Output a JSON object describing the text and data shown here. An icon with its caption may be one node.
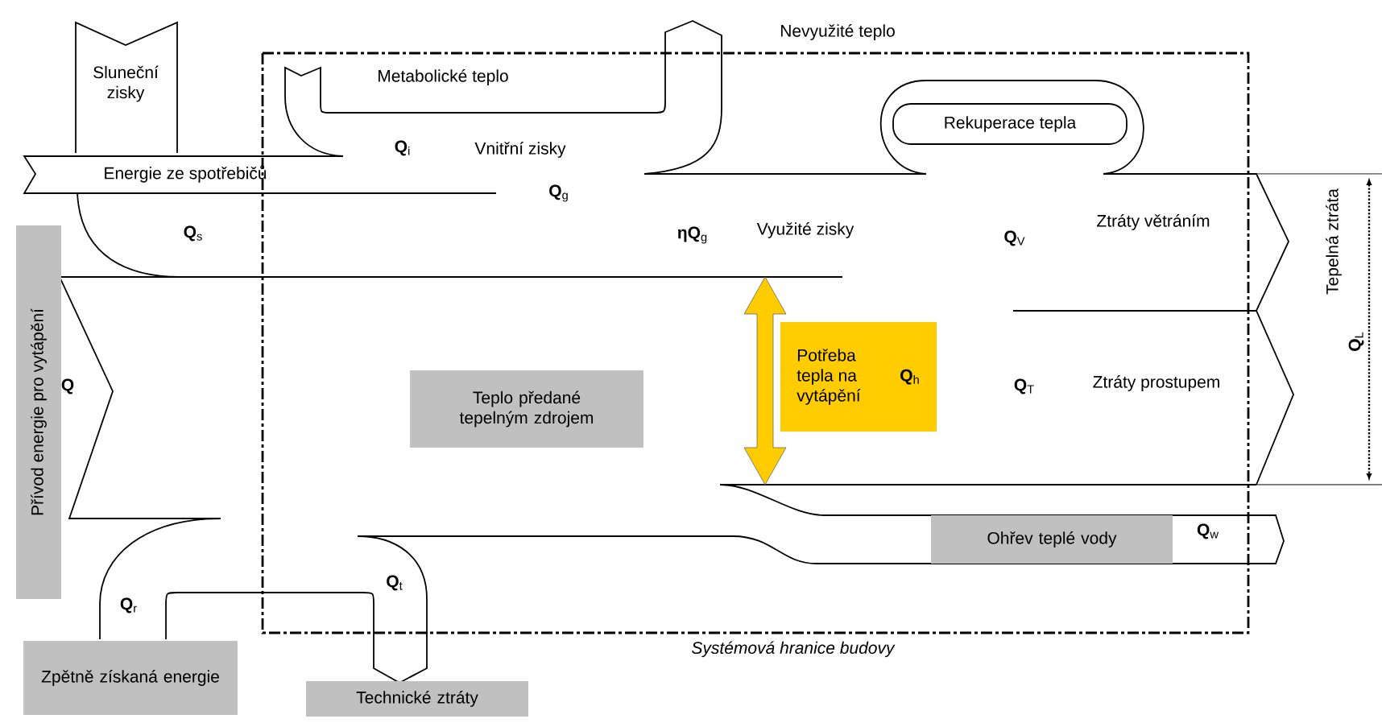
{
  "diagram": {
    "nodes": [
      {
        "text": [
          "Systémová hranice budovy"
        ]
      },
      {
        "text": [
          "Přívod energie pro vytápění"
        ]
      },
      {
        "text": [
          "Zpětně získaná energie"
        ]
      },
      {
        "text": [
          "Technické ztráty"
        ]
      },
      {
        "text": [
          "Teplo předané tepelným zdrojem"
        ],
        "in": 0
      },
      {
        "text": [
          "Potřeba tepla na vytápění",
          "**Q**$_{h}$"
        ],
        "in": 0
      },
      {
        "text": [
          "Ohřev teplé vody"
        ],
        "in": 0
      },
      {
        "text": [
          "Rekuperace tepla"
        ],
        "in": 0
      }
    ],
    "labels": [
      "Sluneční zisky",
      "Nevyužité teplo",
      "Metabolické teplo",
      "Energie ze spotřebičů",
      "**Q**$_{i}$",
      "Vnitřní zisky",
      "**Q**$_{g}$",
      "**ηQ**$_{g}$",
      "Využité zisky",
      "**Q**$_{V}$",
      "Ztráty větráním",
      "**Q**$_{s}$",
      "Tepelná ztráta",
      "**Q**$_{L}$",
      "**Q**",
      "**Q**$_{T}$",
      "Ztráty prostupem",
      "**Q**$_{r}$",
      "**Q**$_{t}$",
      "**Q**$_{w}$"
    ]
  }
}
